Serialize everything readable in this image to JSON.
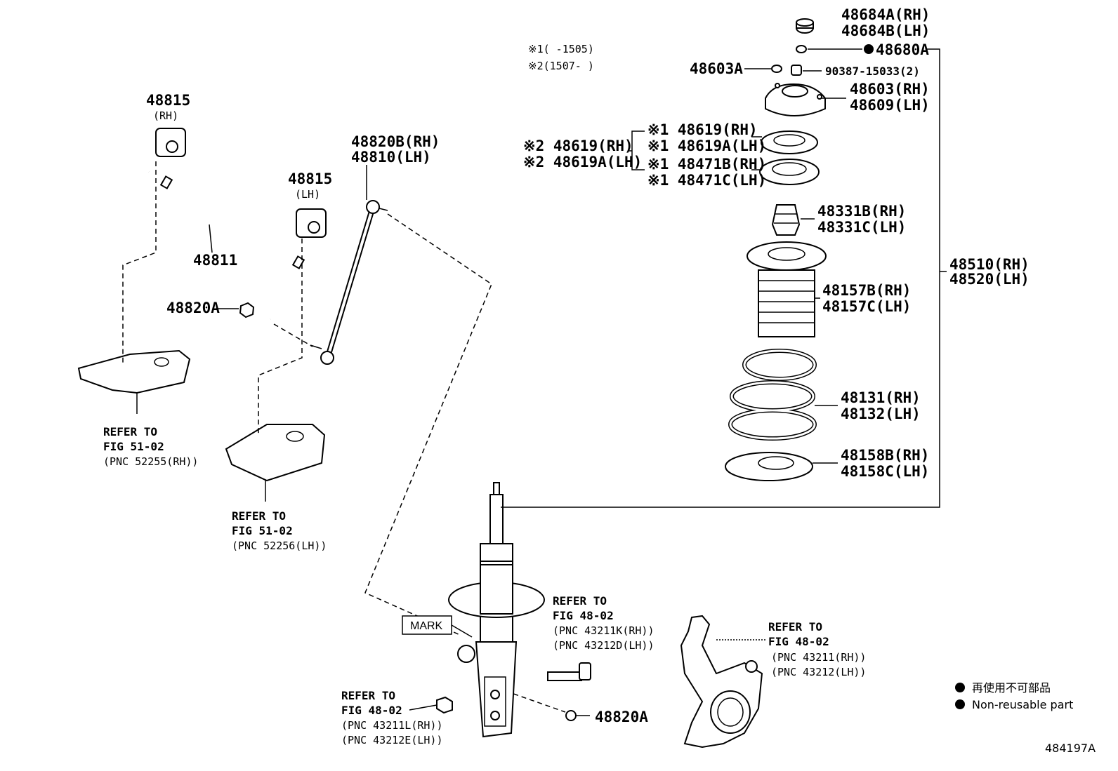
{
  "notes": {
    "note1": "※1(    -1505)",
    "note2": "※2(1507-    )"
  },
  "labels": {
    "p48815_rh_num": "48815",
    "p48815_rh_side": "(RH)",
    "p48815_lh_num": "48815",
    "p48815_lh_side": "(LH)",
    "p48811": "48811",
    "p48820a_left": "48820A",
    "p48820b_rh": "48820B(RH)",
    "p48810_lh": "48810(LH)",
    "p48684a": "48684A(RH)",
    "p48684b": "48684B(LH)",
    "p48680a": "48680A",
    "p48603a": "48603A",
    "p90387": "90387-15033(2)",
    "p48603": "48603(RH)",
    "p48609": "48609(LH)",
    "n2_48619": "※2 48619(RH)",
    "n2_48619a": "※2 48619A(LH)",
    "n1_48619": "※1 48619(RH)",
    "n1_48619a": "※1 48619A(LH)",
    "n1_48471b": "※1 48471B(RH)",
    "n1_48471c": "※1 48471C(LH)",
    "p48331b": "48331B(RH)",
    "p48331c": "48331C(LH)",
    "p48510": "48510(RH)",
    "p48520": "48520(LH)",
    "p48157b": "48157B(RH)",
    "p48157c": "48157C(LH)",
    "p48131": "48131(RH)",
    "p48132": "48132(LH)",
    "p48158b": "48158B(RH)",
    "p48158c": "48158C(LH)",
    "p48820a_bottom": "48820A",
    "mark": "MARK",
    "doc_id": "484197A"
  },
  "refers": {
    "r1": [
      "REFER TO",
      "FIG 51-02",
      "(PNC 52255(RH))"
    ],
    "r2": [
      "REFER TO",
      "FIG 51-02",
      "(PNC 52256(LH))"
    ],
    "r3": [
      "REFER TO",
      "FIG 48-02",
      "(PNC 43211K(RH))",
      "(PNC 43212D(LH))"
    ],
    "r4": [
      "REFER TO",
      "FIG 48-02",
      "(PNC 43211(RH))",
      "(PNC 43212(LH))"
    ],
    "r5": [
      "REFER TO",
      "FIG 48-02",
      "(PNC 43211L(RH))",
      "(PNC 43212E(LH))"
    ]
  },
  "legend": {
    "jp": "再使用不可部品",
    "en": "Non-reusable part"
  }
}
